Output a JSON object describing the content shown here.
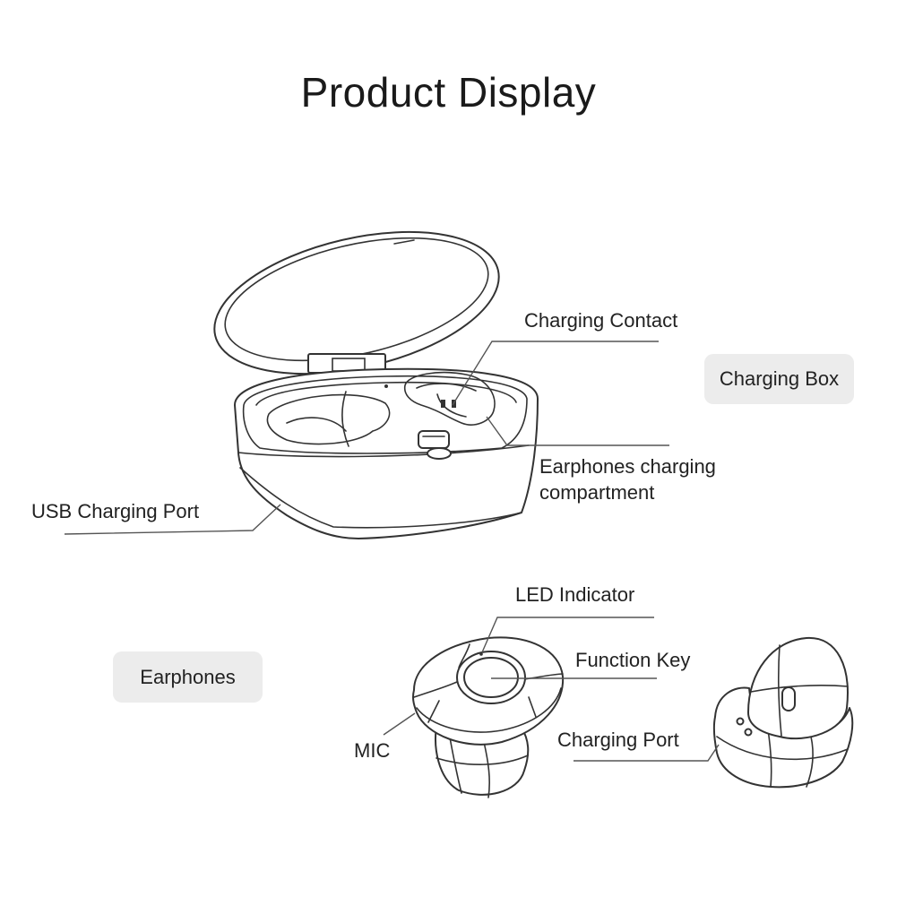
{
  "title": "Product Display",
  "labels": {
    "charging_contact": "Charging Contact",
    "charging_box": "Charging Box",
    "earphones_compartment_line1": "Earphones charging",
    "earphones_compartment_line2": "compartment",
    "usb_charging_port": "USB Charging Port",
    "led_indicator": "LED Indicator",
    "earphones": "Earphones",
    "function_key": "Function Key",
    "mic": "MIC",
    "charging_port": "Charging Port"
  },
  "colors": {
    "line": "#333333",
    "badge": "#ececec"
  }
}
